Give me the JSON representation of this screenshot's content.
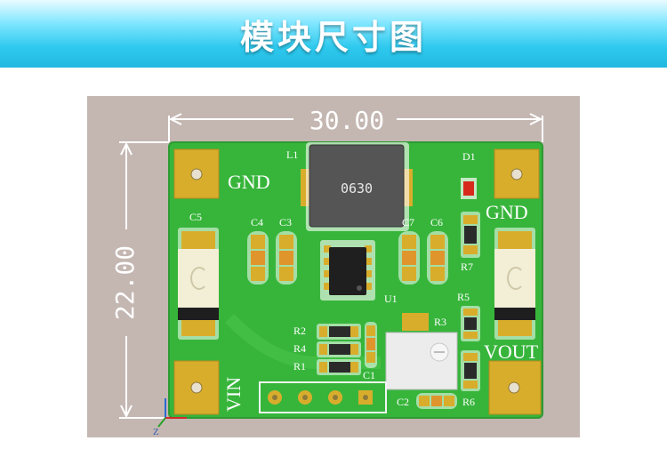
{
  "banner": {
    "title": "模块尺寸图"
  },
  "dimensions": {
    "width": "30.00",
    "height": "22.00"
  },
  "pads": {
    "gnd_left": "GND",
    "gnd_right": "GND",
    "vin": "VIN",
    "vout": "VOUT"
  },
  "components": {
    "l1": "L1",
    "inductor_marking": "0630",
    "d1": "D1",
    "c5": "C5",
    "c4": "C4",
    "c3": "C3",
    "c7": "C7",
    "c6": "C6",
    "u1": "U1",
    "r7": "R7",
    "r5": "R5",
    "r3": "R3",
    "r2": "R2",
    "r4": "R4",
    "r1": "R1",
    "c1": "C1",
    "c2": "C2",
    "r6": "R6"
  },
  "axes": {
    "z": "Z"
  },
  "colors": {
    "banner": "#2ec9ee",
    "background": "#c4b7b2",
    "pcb": "#37b53b",
    "pad_gold": "#d9ad2c",
    "dimension_line": "#ffffff"
  }
}
